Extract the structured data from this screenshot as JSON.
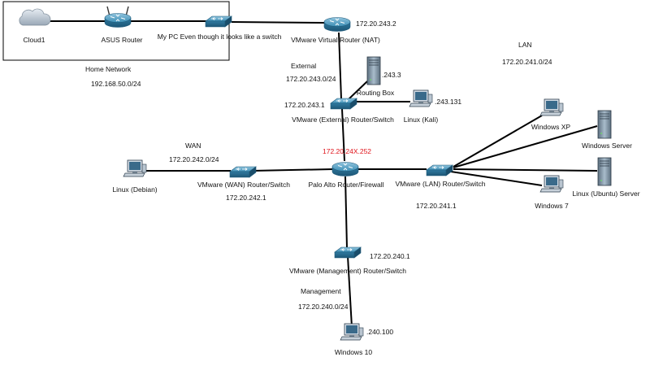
{
  "colors": {
    "link": "#000000",
    "highlight": "#e0141b",
    "device": "#3c8cb0",
    "pc": "#9fb7c9"
  },
  "home_box": {
    "label": "Home Network",
    "subnet": "192.168.50.0/24"
  },
  "devices": {
    "cloud1": {
      "label": "Cloud1",
      "icon": "cloud-icon"
    },
    "asus_router": {
      "label": "ASUS Router",
      "icon": "wireless-router-icon"
    },
    "my_pc": {
      "label": "My PC Even though it looks like a switch",
      "icon": "switch-icon"
    },
    "vmware_nat": {
      "label": "VMware Virtual Router (NAT)",
      "ip": "172.20.243.2",
      "icon": "router-icon"
    },
    "routing_box": {
      "label": "Routing Box",
      "ip": ".243.3",
      "icon": "server-icon"
    },
    "linux_kali": {
      "label": "Linux (Kali)",
      "ip": ".243.131",
      "icon": "pc-icon"
    },
    "vmware_external": {
      "label": "VMware (External) Router/Switch",
      "ip": "172.20.243.1",
      "icon": "switch-icon"
    },
    "palo_alto": {
      "label": "Palo Alto Router/Firewall",
      "ip": "172.20.24X.252",
      "icon": "router-icon"
    },
    "vmware_wan": {
      "label": "VMware (WAN) Router/Switch",
      "ip": "172.20.242.1",
      "icon": "switch-icon"
    },
    "linux_debian": {
      "label": "Linux (Debian)",
      "icon": "pc-icon"
    },
    "vmware_lan": {
      "label": "VMware (LAN) Router/Switch",
      "ip": "172.20.241.1",
      "icon": "switch-icon"
    },
    "windows_xp": {
      "label": "Windows XP",
      "icon": "pc-icon"
    },
    "windows_server": {
      "label": "Windows Server",
      "icon": "server-icon"
    },
    "linux_ubuntu": {
      "label": "Linux (Ubuntu) Server",
      "icon": "server-icon"
    },
    "windows_7": {
      "label": "Windows 7",
      "icon": "pc-icon"
    },
    "vmware_mgmt": {
      "label": "VMware (Management) Router/Switch",
      "ip": "172.20.240.1",
      "icon": "switch-icon"
    },
    "windows_10": {
      "label": "Windows 10",
      "ip": ".240.100",
      "icon": "pc-icon"
    }
  },
  "networks": {
    "external": {
      "label": "External",
      "subnet": "172.20.243.0/24"
    },
    "lan": {
      "label": "LAN",
      "subnet": "172.20.241.0/24"
    },
    "wan": {
      "label": "WAN",
      "subnet": "172.20.242.0/24"
    },
    "management": {
      "label": "Management",
      "subnet": "172.20.240.0/24"
    }
  }
}
